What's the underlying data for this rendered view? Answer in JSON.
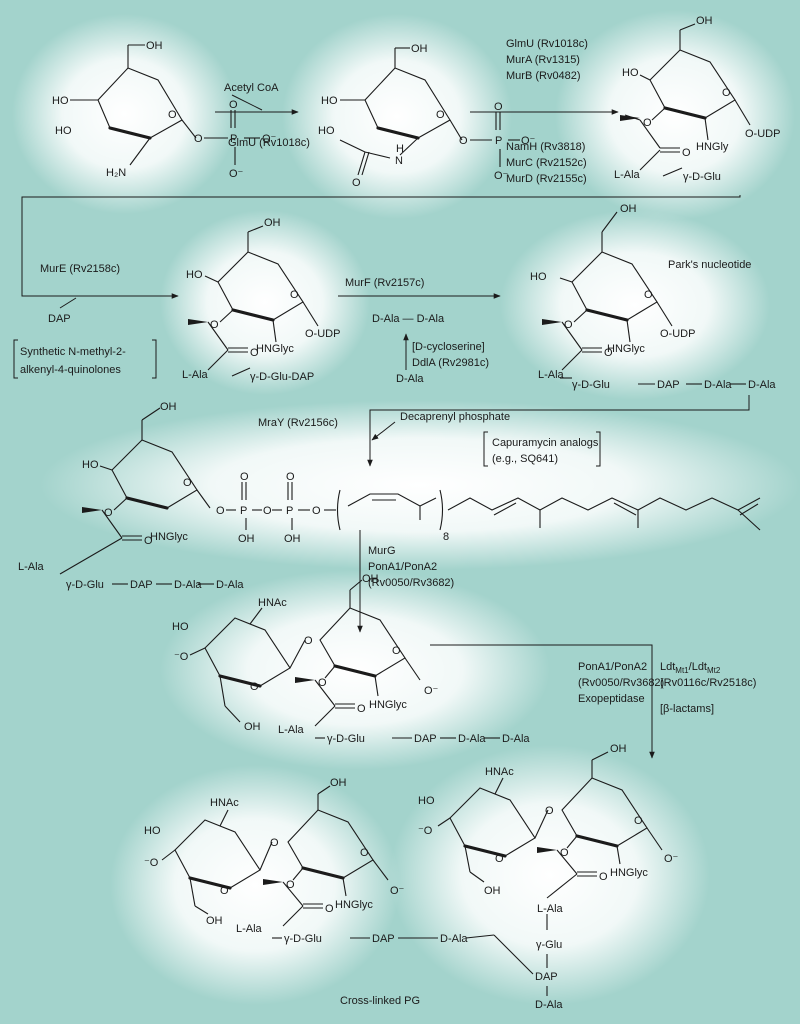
{
  "colors": {
    "background": "#a3d3cc",
    "glow": "#ffffff",
    "ink": "#1b1b1b"
  },
  "atoms": {
    "HO": "HO",
    "OH": "OH",
    "O": "O",
    "P": "P",
    "H2N": "H₂N",
    "N": "N",
    "H": "H",
    "Ominus": "O⁻",
    "Ominus_left": "⁻O",
    "minus": "⁻",
    "udp": "O-UDP",
    "hngly": "HNGly",
    "hnglyc": "HNGlyc",
    "hnac": "HNAc",
    "lala": "L-Ala",
    "dala": "D-Ala",
    "gdglu": "γ-D-Glu",
    "gdglu_dap": "γ-D-Glu-DAP",
    "gglu": "γ-Glu",
    "dap": "DAP",
    "sub8": "8"
  },
  "labels": {
    "acetyl_coa": "Acetyl CoA",
    "glmu": "GlmU (Rv1018c)",
    "glmu_mura_murb": [
      "GlmU (Rv1018c)",
      "MurA (Rv1315)",
      "MurB (Rv0482)"
    ],
    "namh_murc_murd": [
      "NamH (Rv3818)",
      "MurC (Rv2152c)",
      "MurD (Rv2155c)"
    ],
    "mure": "MurE (Rv2158c)",
    "dap_in": "DAP",
    "quinolones": [
      "Synthetic N-methyl-2-",
      "alkenyl-4-quinolones"
    ],
    "murf": "MurF (Rv2157c)",
    "ddla_product": "D-Ala — D-Ala",
    "cycloserine": [
      "[D-cycloserine]",
      "DdlA (Rv2981c)"
    ],
    "dala_in": "D-Ala",
    "parks": "Park's nucleotide",
    "mray": "MraY (Rv2156c)",
    "decaprenyl": "Decaprenyl phosphate",
    "capuramycin": [
      "Capuramycin analogs",
      "(e.g., SQ641)"
    ],
    "murg": [
      "MurG",
      "PonA1/PonA2",
      "(Rv0050/Rv3682)"
    ],
    "pona_exo": [
      "PonA1/PonA2",
      "(Rv0050/Rv3682)",
      "Exopeptidase"
    ],
    "ldt": [
      "Ldt",
      "Mt1",
      "/Ldt",
      "Mt2",
      "(Rv0116c/Rv2518c)"
    ],
    "blactams": "[β-lactams]",
    "crosslinked": "Cross-linked PG"
  }
}
